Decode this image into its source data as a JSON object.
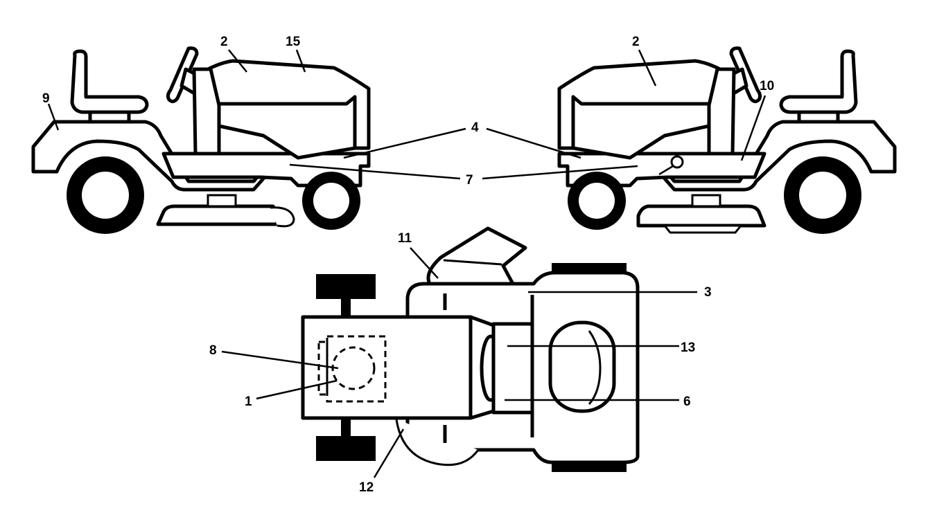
{
  "callouts": {
    "c2_left": "2",
    "c15": "15",
    "c9": "9",
    "c2_right": "2",
    "c10": "10",
    "c4": "4",
    "c7": "7",
    "c11": "11",
    "c3": "3",
    "c13": "13",
    "c8": "8",
    "c1": "1",
    "c6": "6",
    "c12": "12"
  }
}
